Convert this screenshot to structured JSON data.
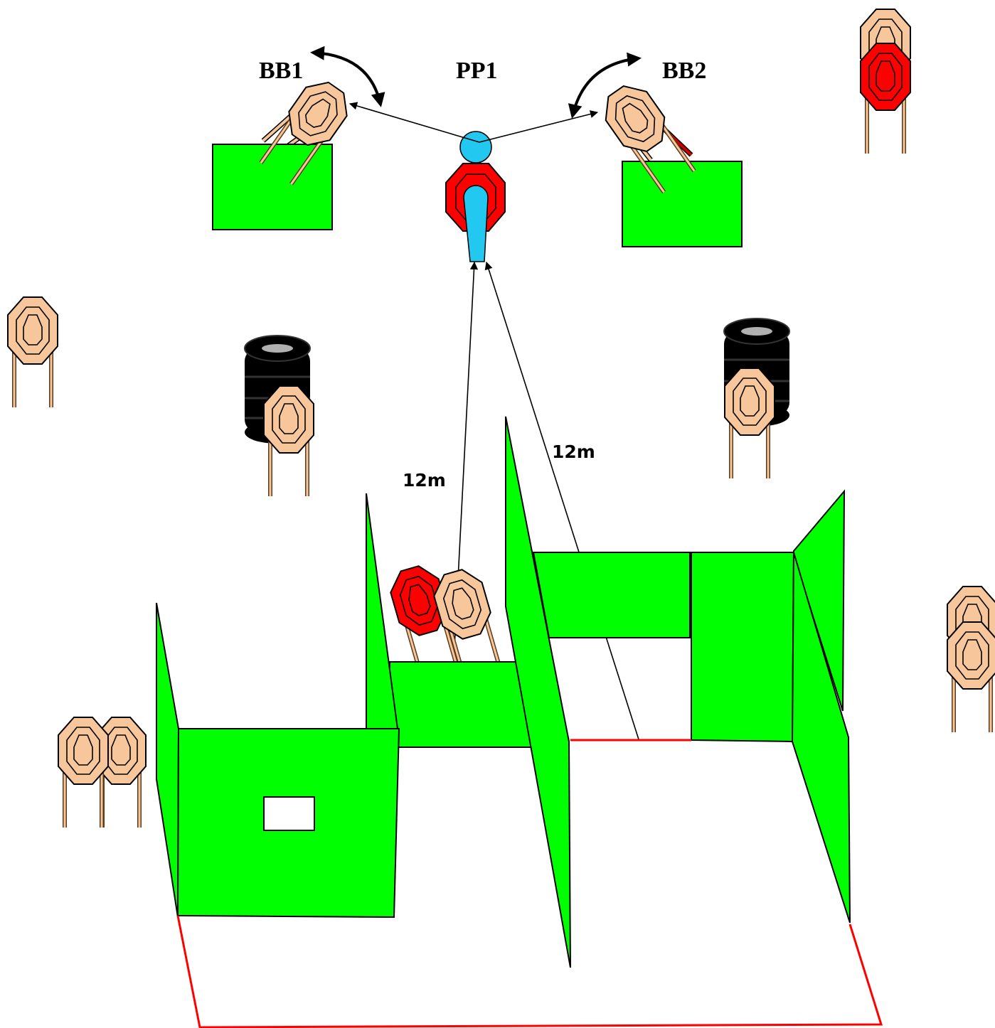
{
  "labels": {
    "bb1": "BB1",
    "pp1": "PP1",
    "bb2": "BB2",
    "distance_left": "12m",
    "distance_right": "12m"
  },
  "colors": {
    "wall": "#00ff00",
    "fault_line": "#ff0000",
    "paper_target": "#f7c79b",
    "no_shoot_target": "#ff0000",
    "shooter": "#22c8f0",
    "tyre": "#000000"
  },
  "icons": {
    "paper_target": "paper-target-icon",
    "no_shoot_target": "no-shoot-target-icon",
    "tyre_stack": "tyre-stack-icon",
    "shooter": "shooter-icon"
  }
}
